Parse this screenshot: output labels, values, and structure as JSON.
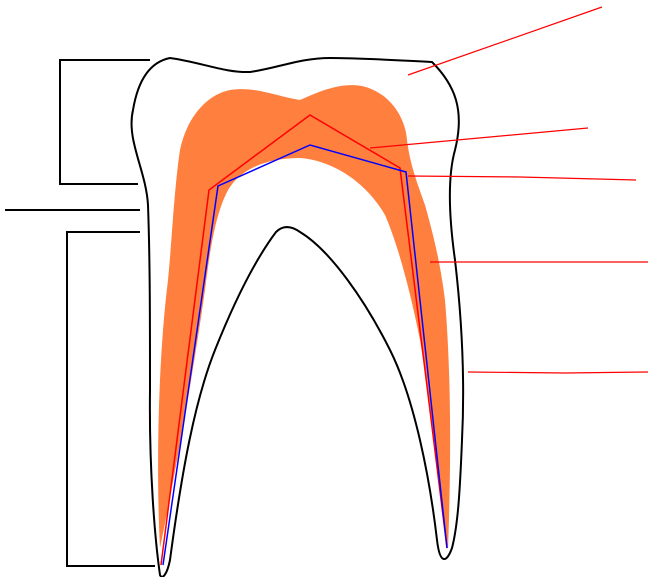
{
  "diagram": {
    "type": "unlabeled-tooth-cross-section",
    "labels_present": false,
    "leader_line_count": 5,
    "bracket_count": 2,
    "colors": {
      "background": "#ffffff",
      "outline": "#000000",
      "pulp_fill": "#ff7f3f",
      "leader_line": "#ff0000",
      "inner_line_red": "#ff0000",
      "inner_line_blue": "#0000ff"
    }
  }
}
